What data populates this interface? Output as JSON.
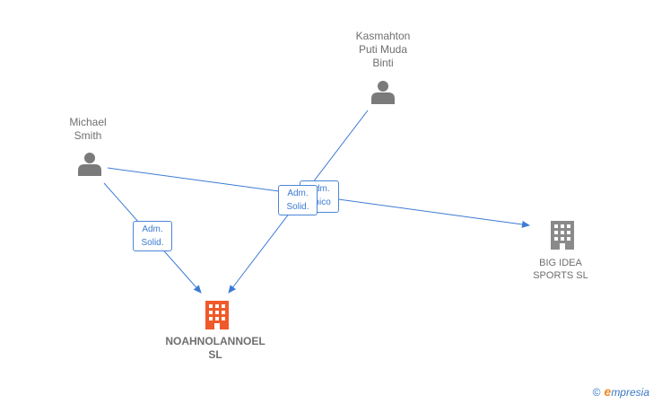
{
  "colors": {
    "edge": "#3b7bd4",
    "person_icon": "#7a7a7a",
    "company_icon": "#8a8a8a",
    "main_company_icon": "#f05a2a"
  },
  "nodes": {
    "person_michael": {
      "line1": "Michael",
      "line2": "Smith",
      "icon": "person-icon"
    },
    "person_kasmahton": {
      "line1": "Kasmahton",
      "line2": "Puti Muda",
      "line3": "Binti",
      "icon": "person-icon"
    },
    "company_bigidea": {
      "line1": "BIG IDEA",
      "line2": "SPORTS  SL",
      "icon": "building-icon"
    },
    "company_main": {
      "line1": "NOAHNOLANNOEL",
      "line2": "SL",
      "icon": "building-icon"
    }
  },
  "edges": {
    "michael_to_main": {
      "line1": "Adm.",
      "line2": "Solid."
    },
    "kasmahton_to_main": {
      "line1": "Adm.",
      "line2": "Solid."
    },
    "michael_to_bigidea": {
      "line1": "Adm.",
      "line2": "Unico"
    }
  },
  "watermark": {
    "symbol": "©",
    "brand_initial": "e",
    "brand_rest": "mpresia"
  }
}
